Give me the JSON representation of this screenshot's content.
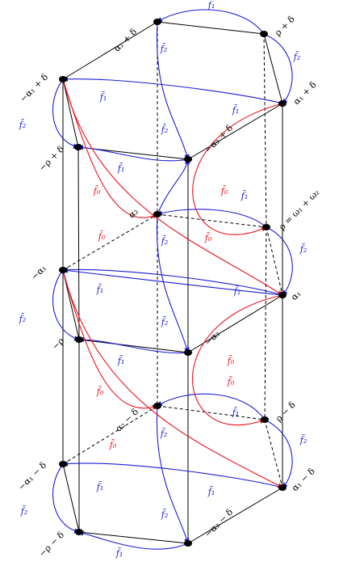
{
  "colors": {
    "f0": "#e8141b",
    "f1": "#1c1cd6",
    "f2": "#1c1cd6",
    "edge": "#000000"
  },
  "arrow_labels": {
    "f0": "f̄₀",
    "f1": "f̄₁",
    "f2": "f̄₂"
  },
  "vertices": {
    "a2d": "α₂ + δ",
    "rd": "ρ + δ",
    "ma1d": "−α₁ + δ",
    "a1d": "α₁ + δ",
    "mrd": "−ρ + δ",
    "ma2d": "−α₂ + δ",
    "a2": "α₂",
    "rho": "ρ = ω₁ + ω₂",
    "ma1": "−α₁",
    "a1": "α₁",
    "mr": "−ρ",
    "ma2": "−α₂",
    "a2md": "α₂ − δ",
    "rmd": "ρ − δ",
    "ma1md": "−α₁ − δ",
    "a1md": "α₁ − δ",
    "mrmd": "−ρ − δ",
    "ma2md": "−α₂ − δ"
  }
}
